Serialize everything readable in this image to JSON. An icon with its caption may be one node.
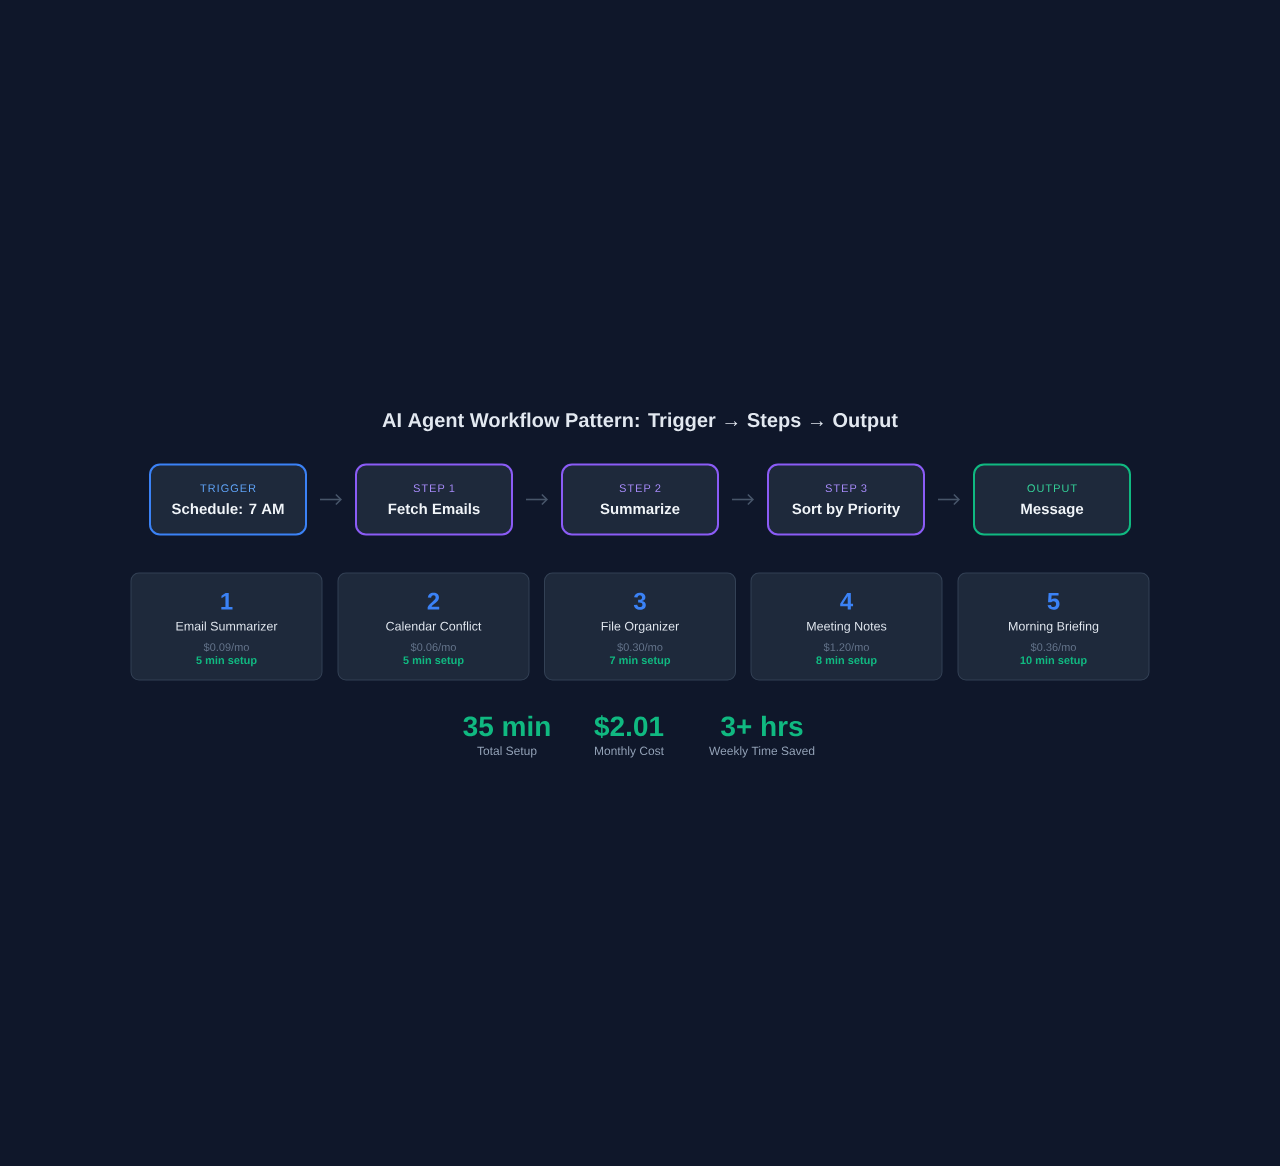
{
  "diagram": {
    "title": "AI Agent Workflow Pattern: Trigger → Steps → Output",
    "nodes": [
      {
        "text": [
          "TRIGGER",
          "Schedule: 7 AM"
        ]
      },
      {
        "text": [
          "STEP 1",
          "Fetch Emails"
        ]
      },
      {
        "text": [
          "STEP 2",
          "Summarize"
        ]
      },
      {
        "text": [
          "STEP 3",
          "Sort by Priority"
        ]
      },
      {
        "text": [
          "OUTPUT",
          "Message"
        ]
      },
      {
        "text": [
          "1",
          "Email Summarizer",
          "$0.09/mo",
          "5 min setup"
        ]
      },
      {
        "text": [
          "2",
          "Calendar Conflict",
          "$0.06/mo",
          "5 min setup"
        ]
      },
      {
        "text": [
          "3",
          "File Organizer",
          "$0.30/mo",
          "7 min setup"
        ]
      },
      {
        "text": [
          "4",
          "Meeting Notes",
          "$1.20/mo",
          "8 min setup"
        ]
      },
      {
        "text": [
          "5",
          "Morning Briefing",
          "$0.36/mo",
          "10 min setup"
        ]
      }
    ],
    "edges": [
      {
        "from": 0,
        "to": 1,
        "arrow": "to"
      },
      {
        "from": 1,
        "to": 2,
        "arrow": "to"
      },
      {
        "from": 2,
        "to": 3,
        "arrow": "to"
      },
      {
        "from": 3,
        "to": 4,
        "arrow": "to"
      }
    ],
    "labels": [
      "35 min",
      "Total Setup",
      "$2.01",
      "Monthly Cost",
      "3+ hrs",
      "Weekly Time Saved"
    ]
  }
}
